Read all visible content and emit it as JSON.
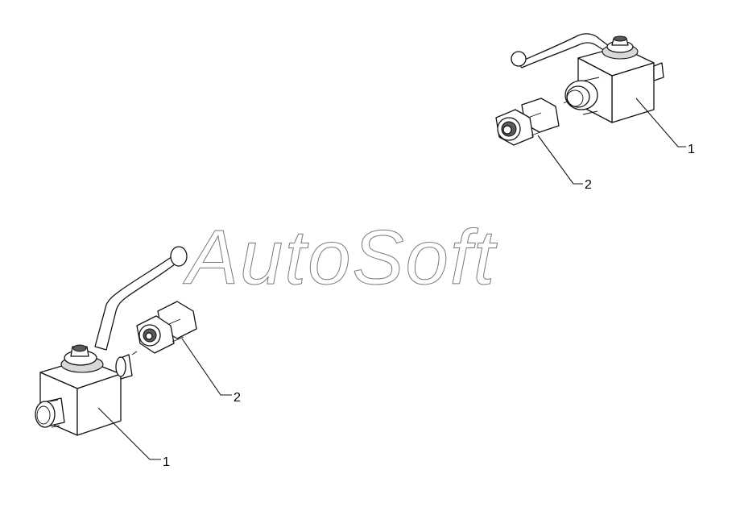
{
  "watermark": {
    "text": "AutoSoft"
  },
  "callouts": {
    "top_valve": "1",
    "top_fitting": "2",
    "bottom_fitting": "2",
    "bottom_valve": "1"
  },
  "colors": {
    "line": "#111111",
    "watermark": "#7a7a7a",
    "background": "#ffffff"
  }
}
